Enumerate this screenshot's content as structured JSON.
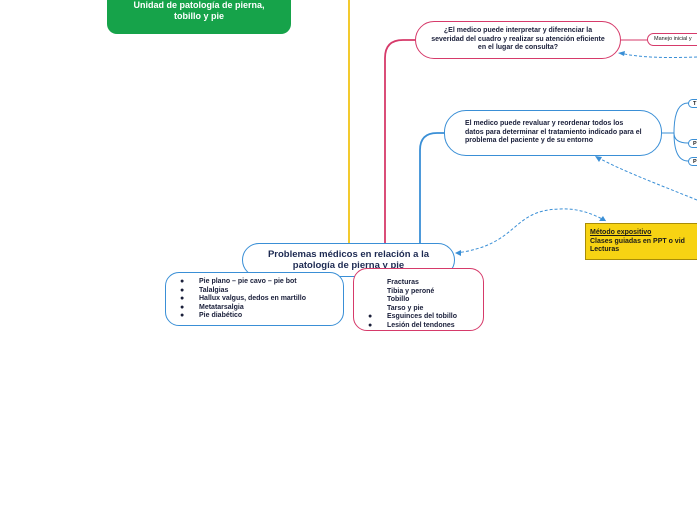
{
  "nodes": {
    "unit_title": "Unidad de patología de pierna, tobillo y pie",
    "central": "Problemas médicos en relación a la patología de pierna y pie",
    "question_1": "¿El medico puede interpretar y diferenciar la severidad del cuadro y realizar su atención eficiente en el lugar de consulta?",
    "question_2": "El medico puede revaluar y reordenar todos los datos para determinar el tratamiento indicado para el problema del paciente y de su entorno",
    "manejo": "Manejo inicial y",
    "stub_1": "T",
    "stub_2": "P",
    "stub_3": "P"
  },
  "left_list": {
    "bullet": "●",
    "items": [
      "Pie plano – pie cavo – pie bot",
      "Talalgias",
      "Hallux valgus, dedos en martillo",
      "Metatarsalgia",
      "Pie diabético"
    ]
  },
  "right_list": {
    "bullet": "●",
    "lines": [
      "Fracturas",
      "Tibia y peroné",
      "Tobillo",
      "Tarso y pie"
    ],
    "bullet_items": [
      "Esguinces del tobillo",
      "Lesión del tendones"
    ]
  },
  "metodo": {
    "title": "Método expositivo",
    "line_2": "Clases guiadas en PPT o vid",
    "line_3": "Lecturas"
  },
  "colors": {
    "yellow_branch": "#f2c417",
    "pink_branch": "#d63a6a",
    "blue_branch": "#3a8fd6",
    "green_topic": "#16a34a",
    "metodo_fill": "#f7d313"
  }
}
